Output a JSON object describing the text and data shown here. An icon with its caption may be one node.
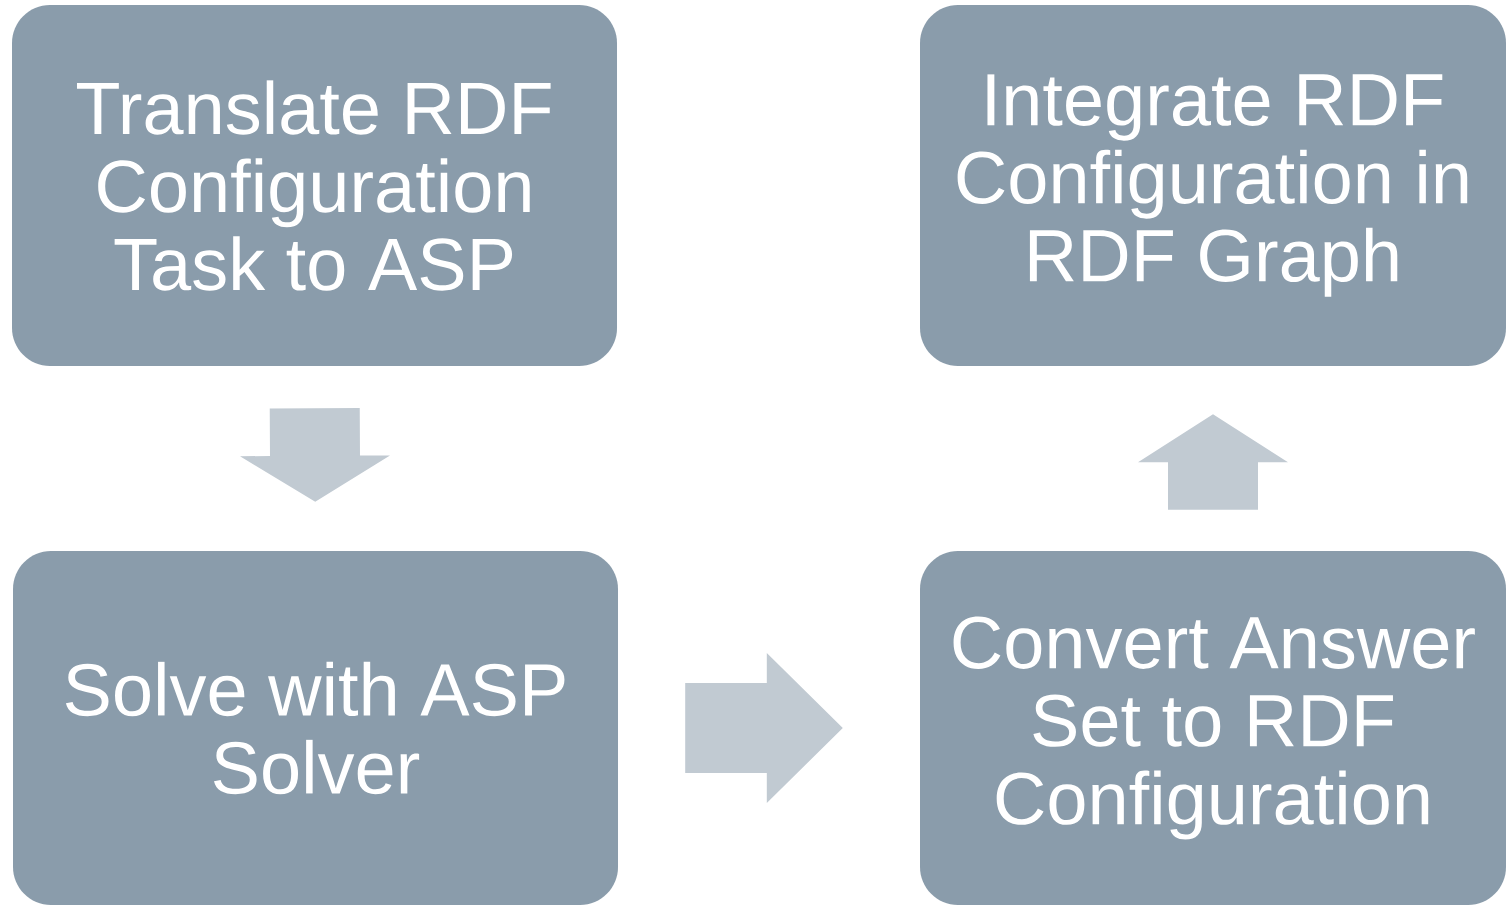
{
  "diagram": {
    "nodes": [
      {
        "text": [
          "Translate RDF Configuration Task to ASP"
        ]
      },
      {
        "text": [
          "Solve with ASP Solver"
        ]
      },
      {
        "text": [
          "Convert Answer Set to RDF Configuration"
        ]
      },
      {
        "text": [
          "Integrate RDF Configuration in RDF Graph"
        ]
      }
    ],
    "edges": [
      {
        "from": 0,
        "to": 1,
        "arrow": "to"
      },
      {
        "from": 1,
        "to": 2,
        "arrow": "to"
      },
      {
        "from": 2,
        "to": 3,
        "arrow": "to"
      }
    ]
  }
}
